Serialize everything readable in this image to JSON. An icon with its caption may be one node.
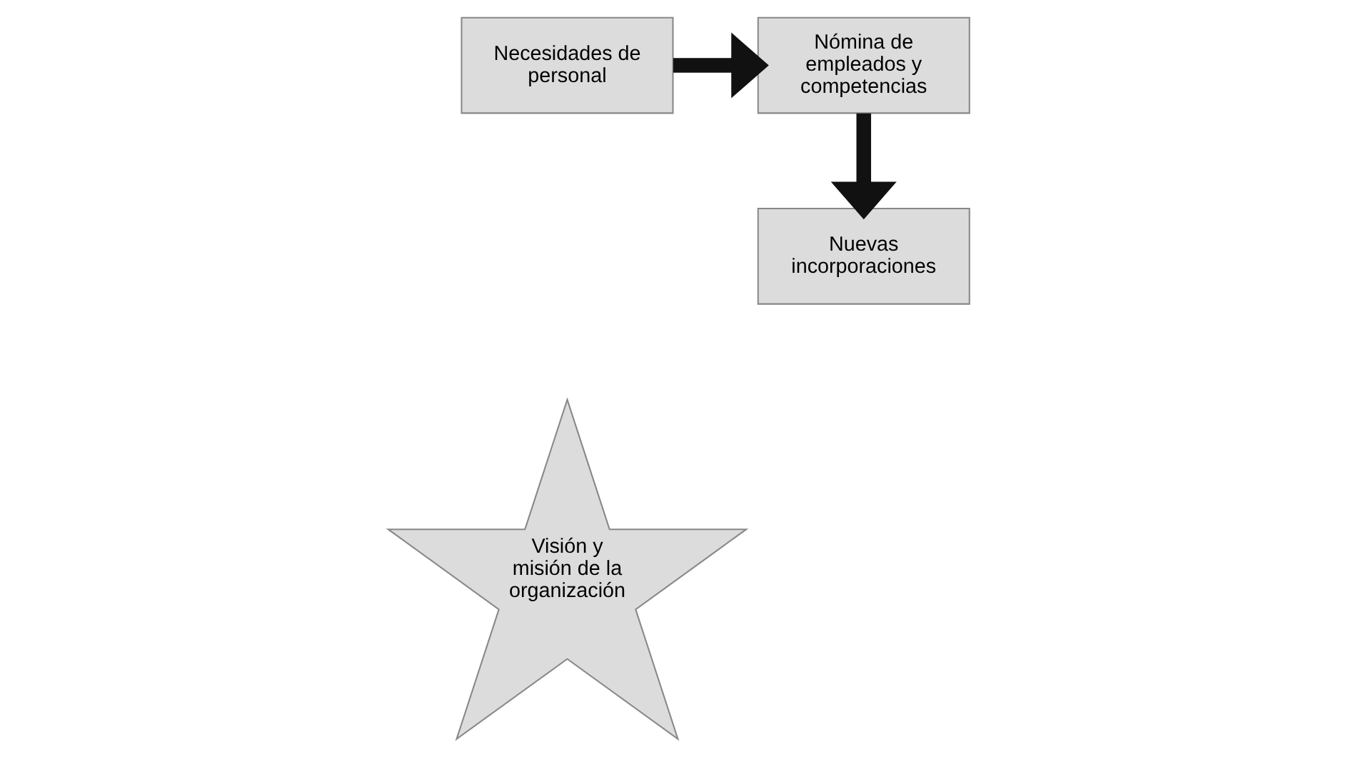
{
  "diagram": {
    "nodes": [
      {
        "text": [
          "Necesidades de personal"
        ]
      },
      {
        "text": [
          "Nómina de empleados y competencias"
        ]
      },
      {
        "text": [
          "Nuevas incorporaciones"
        ]
      },
      {
        "text": [
          "Visión y misión de la organización"
        ]
      }
    ],
    "edges": [
      {
        "from": 0,
        "to": 1,
        "arrow": "to"
      },
      {
        "from": 1,
        "to": 2,
        "arrow": "to"
      }
    ]
  }
}
